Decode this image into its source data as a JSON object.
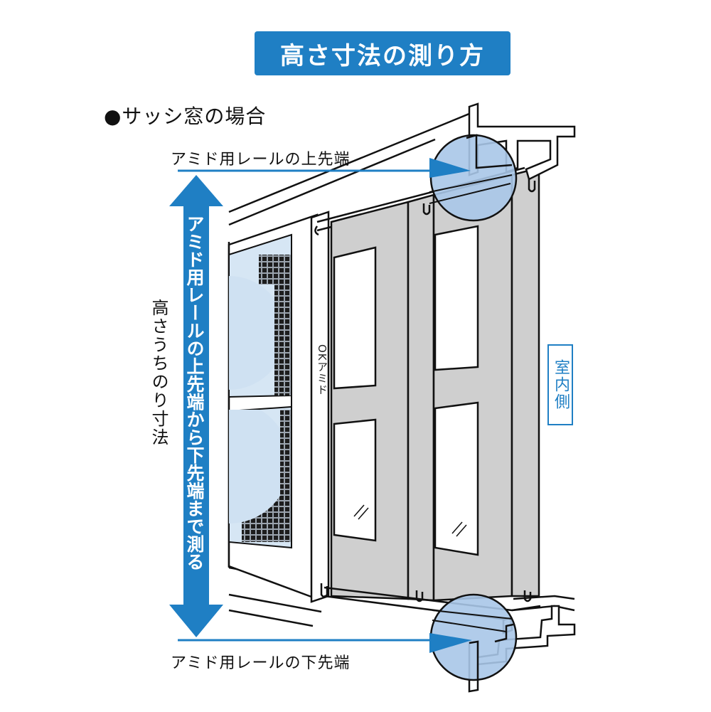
{
  "title": "高さ寸法の測り方",
  "subtitle": "●サッシ窓の場合",
  "labels": {
    "top_rail": "アミド用レールの上先端",
    "bottom_rail": "アミド用レールの下先端",
    "height_inner": "高さうちのり寸法",
    "measure_instruction": "アミド用レールの上先端から下先端まで測る",
    "screen_door_name": "OKアミド",
    "indoor_side": "室内側"
  },
  "colors": {
    "accent_blue": "#1f7fc4",
    "light_blue": "#a9c6e8",
    "screen_gray": "#cfcfcf",
    "glass_blue": "#d6e6f4"
  },
  "icons": {
    "arrow": "double-headed-vertical-arrow",
    "pointer": "triangle-pointer",
    "zoom": "magnifier-circle"
  }
}
